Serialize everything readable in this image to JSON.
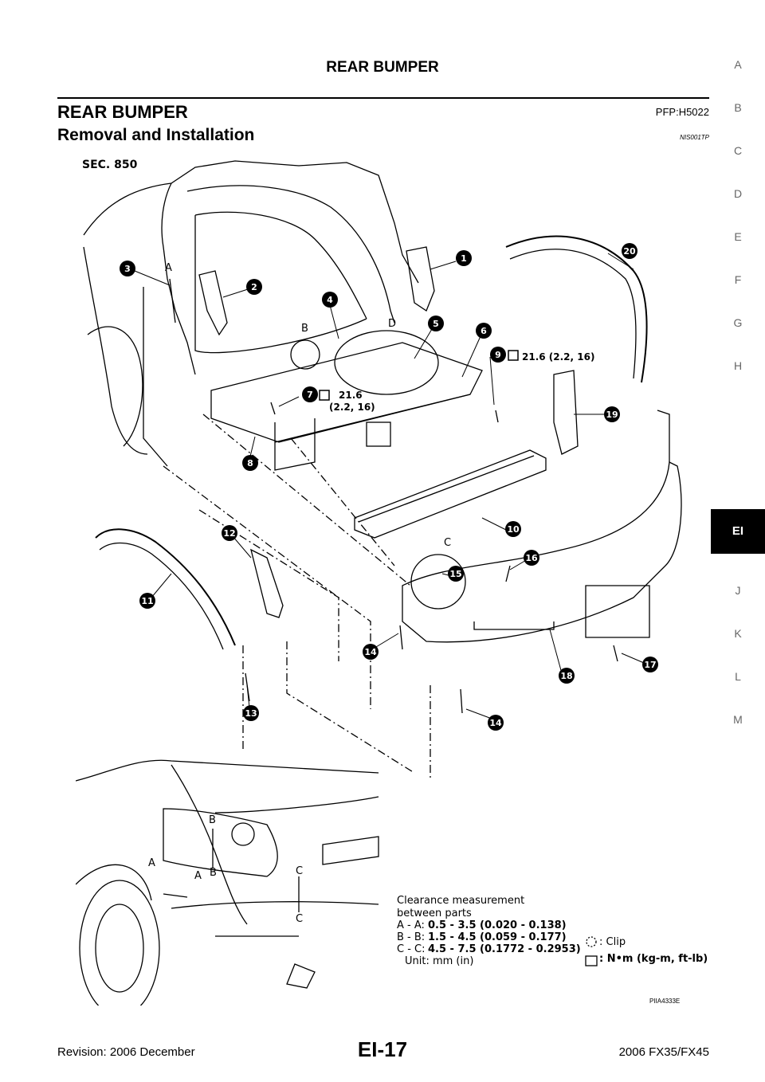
{
  "header": {
    "running_title": "REAR BUMPER"
  },
  "section": {
    "title": "REAR BUMPER",
    "pfp": "PFP:H5022"
  },
  "subsection": {
    "title": "Removal and Installation",
    "code": "NIS001TP"
  },
  "side_tabs": [
    {
      "label": "A",
      "active": false
    },
    {
      "label": "B",
      "active": false
    },
    {
      "label": "C",
      "active": false
    },
    {
      "label": "D",
      "active": false
    },
    {
      "label": "E",
      "active": false
    },
    {
      "label": "F",
      "active": false
    },
    {
      "label": "G",
      "active": false
    },
    {
      "label": "H",
      "active": false
    },
    {
      "label": "EI",
      "active": true
    },
    {
      "label": "J",
      "active": false
    },
    {
      "label": "K",
      "active": false
    },
    {
      "label": "L",
      "active": false
    },
    {
      "label": "M",
      "active": false
    }
  ],
  "figure": {
    "sec_label": "SEC. 850",
    "part_numbers": [
      "1",
      "2",
      "3",
      "4",
      "5",
      "6",
      "7",
      "8",
      "9",
      "10",
      "11",
      "12",
      "13",
      "14",
      "14",
      "15",
      "16",
      "17",
      "18",
      "19",
      "20"
    ],
    "section_letters": [
      "A",
      "B",
      "C",
      "D"
    ],
    "torque_9": "21.6 (2.2, 16)",
    "torque_7_line1": "21.6",
    "torque_7_line2": "(2.2, 16)",
    "clearance": {
      "heading_line1": "Clearance measurement",
      "heading_line2": "between parts",
      "rows": [
        {
          "label": "A - A:",
          "value": "0.5 - 3.5 (0.020 - 0.138)"
        },
        {
          "label": "B - B:",
          "value": "1.5 - 4.5 (0.059 - 0.177)"
        },
        {
          "label": "C - C:",
          "value": "4.5 - 7.5 (0.1772 - 0.2953)"
        }
      ],
      "unit": "Unit: mm (in)"
    },
    "legend": {
      "clip": ": Clip",
      "torque": ": N•m (kg-m, ft-lb)"
    },
    "detail_labels": [
      "B",
      "B",
      "A",
      "A",
      "C",
      "C"
    ],
    "figure_id": "PIIA4333E"
  },
  "footer": {
    "revision": "Revision: 2006 December",
    "page": "EI-17",
    "model": "2006 FX35/FX45"
  }
}
